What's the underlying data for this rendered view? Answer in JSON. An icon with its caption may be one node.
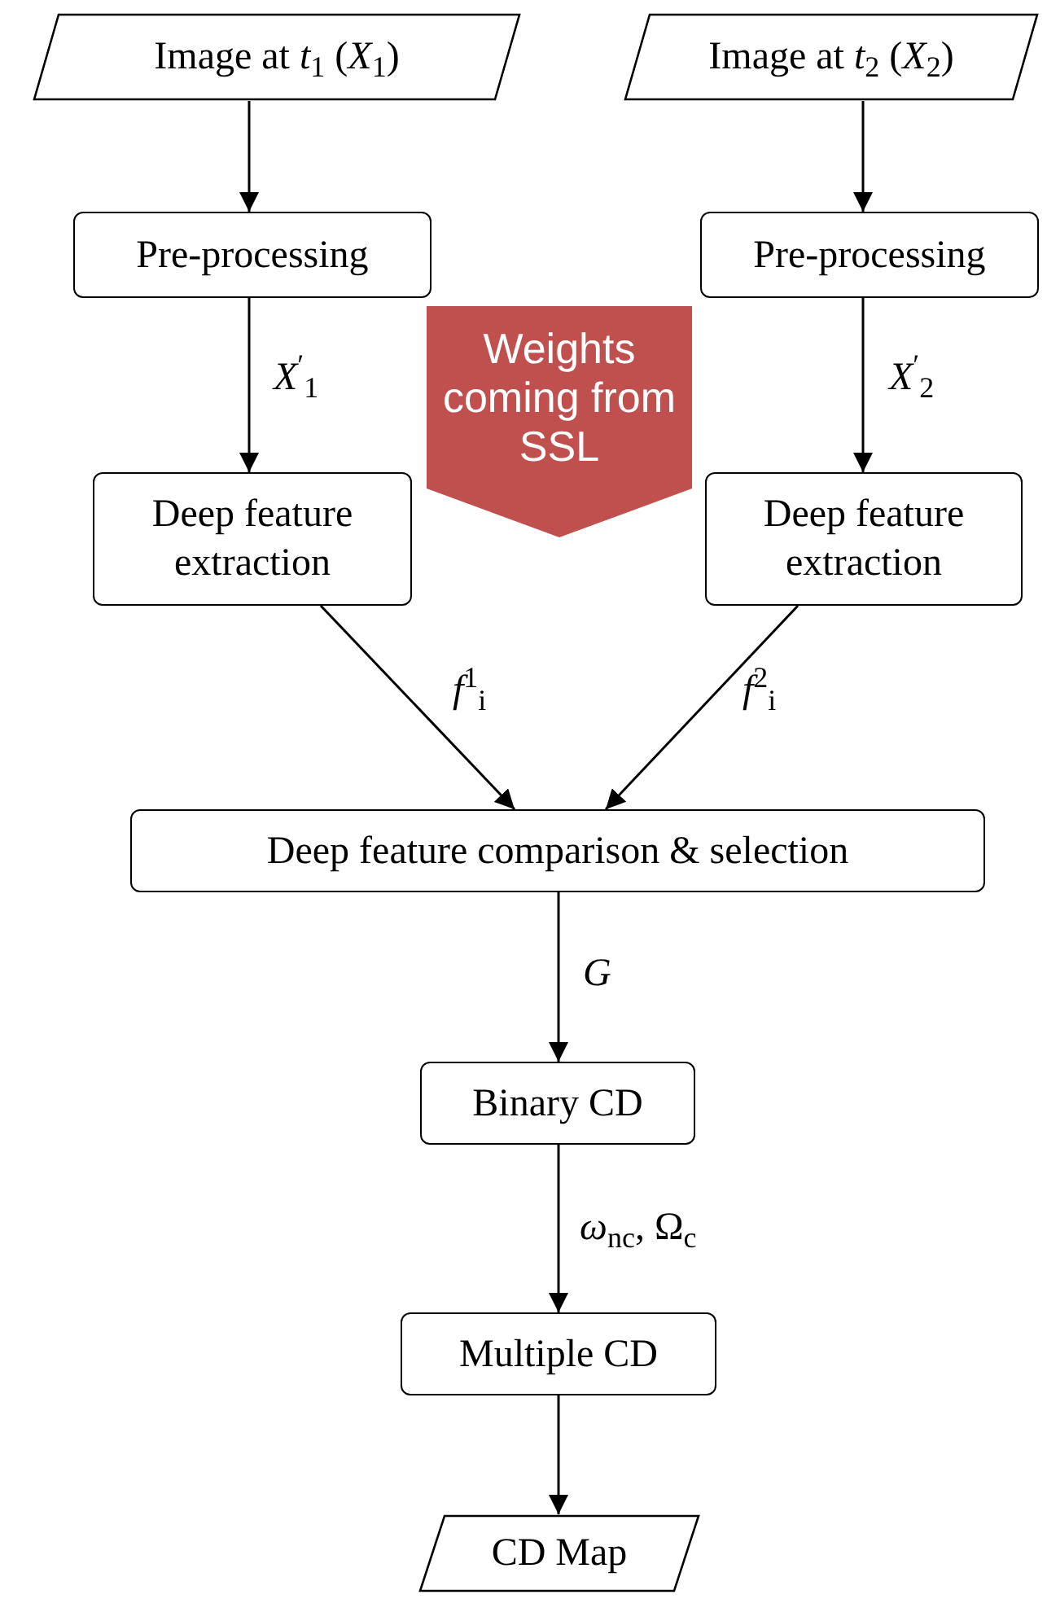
{
  "diagram": {
    "nodes": [
      {
        "text": [
          "Image at *t*$_{1}$ (*X*$_{1}$)"
        ]
      },
      {
        "text": [
          "Image at *t*$_{2}$ (*X*$_{2}$)"
        ]
      },
      {
        "text": [
          "Pre-processing"
        ]
      },
      {
        "text": [
          "Pre-processing"
        ]
      },
      {
        "text": [
          "Deep feature extraction"
        ]
      },
      {
        "text": [
          "Deep feature extraction"
        ]
      },
      {
        "text": [
          "Deep feature comparison & selection"
        ]
      },
      {
        "text": [
          "Binary CD"
        ]
      },
      {
        "text": [
          "Multiple CD"
        ]
      },
      {
        "text": [
          "CD Map"
        ]
      },
      {
        "text": [
          "Weights coming from SSL"
        ]
      }
    ],
    "edges": [
      {
        "from": 0,
        "to": 2,
        "arrow": "to"
      },
      {
        "from": 1,
        "to": 3,
        "arrow": "to"
      },
      {
        "from": 2,
        "to": 4,
        "arrow": "to",
        "label": "*X*$^{′}$$_{1}$"
      },
      {
        "from": 3,
        "to": 5,
        "arrow": "to",
        "label": "*X*$^{′}$$_{2}$"
      },
      {
        "from": 4,
        "to": 6,
        "arrow": "to",
        "label": "*f*$^{1}$$_{i}$"
      },
      {
        "from": 5,
        "to": 6,
        "arrow": "to",
        "label": "*f*$^{2}$$_{i}$"
      },
      {
        "from": 6,
        "to": 7,
        "arrow": "to",
        "label": "*G*"
      },
      {
        "from": 7,
        "to": 8,
        "arrow": "to",
        "label": "*ω*$_{nc}$, Ω$_{c}$"
      },
      {
        "from": 8,
        "to": 9,
        "arrow": "to"
      }
    ]
  }
}
